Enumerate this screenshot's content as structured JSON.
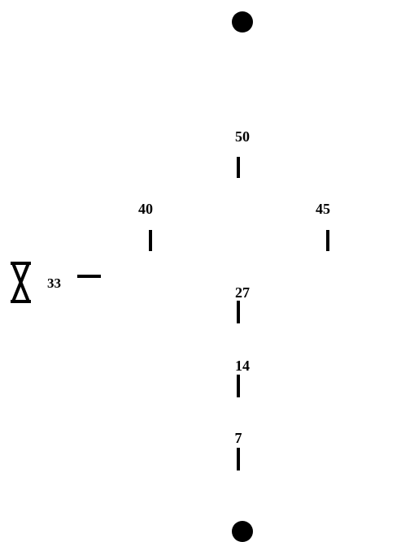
{
  "diagram": {
    "colors": {
      "line": "#000000",
      "background": "#ffffff"
    },
    "endpoints": [
      "start-dot",
      "end-dot"
    ],
    "markers": [
      {
        "id": "m50",
        "label": "50"
      },
      {
        "id": "m40",
        "label": "40"
      },
      {
        "id": "m45",
        "label": "45"
      },
      {
        "id": "m33",
        "label": "33"
      },
      {
        "id": "m27",
        "label": "27"
      },
      {
        "id": "m14",
        "label": "14"
      },
      {
        "id": "m7",
        "label": "7"
      }
    ],
    "side_icon": "hourglass-icon"
  }
}
